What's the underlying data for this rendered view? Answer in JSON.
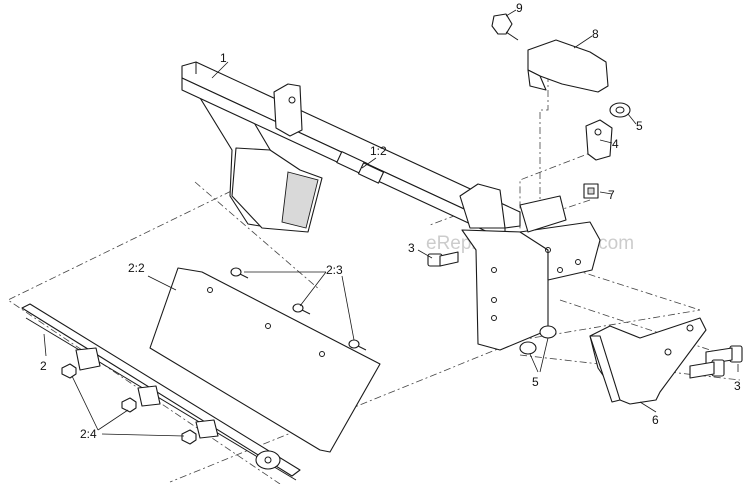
{
  "watermark": "eReplacementParts.com",
  "callouts": {
    "c1": "1",
    "c1_2": "1:2",
    "c2": "2",
    "c2_2": "2:2",
    "c2_3": "2:3",
    "c2_4": "2:4",
    "c3a": "3",
    "c3b": "3",
    "c4": "4",
    "c5a": "5",
    "c5b": "5",
    "c6": "6",
    "c7": "7",
    "c8": "8",
    "c9": "9"
  }
}
